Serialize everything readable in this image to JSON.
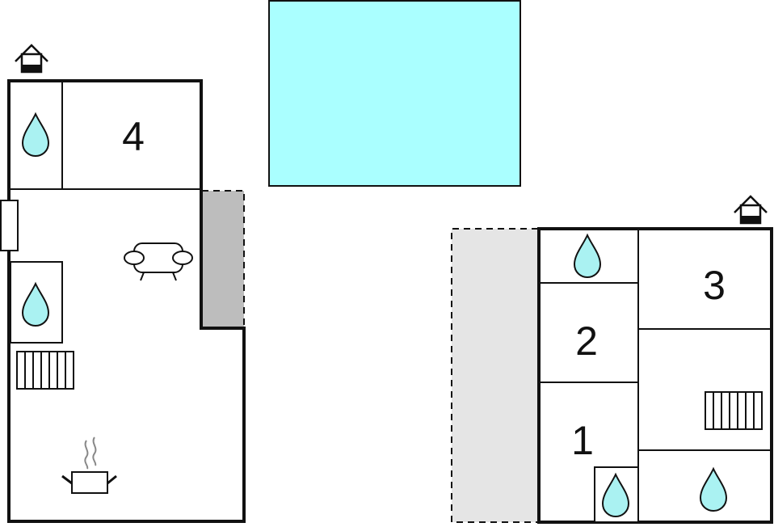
{
  "colors": {
    "wall": "#111111",
    "pool": "#aaffff",
    "water_drop": "#aaf2f2",
    "terrace_dark": "#bdbdbd",
    "terrace_light": "#e5e5e5",
    "background": "#ffffff"
  },
  "rooms": {
    "room_1": "1",
    "room_2": "2",
    "room_3": "3",
    "room_4": "4"
  },
  "icons": [
    "entrance-icon",
    "water-drop-icon",
    "sofa-icon",
    "radiator-icon",
    "cooking-pot-icon"
  ]
}
